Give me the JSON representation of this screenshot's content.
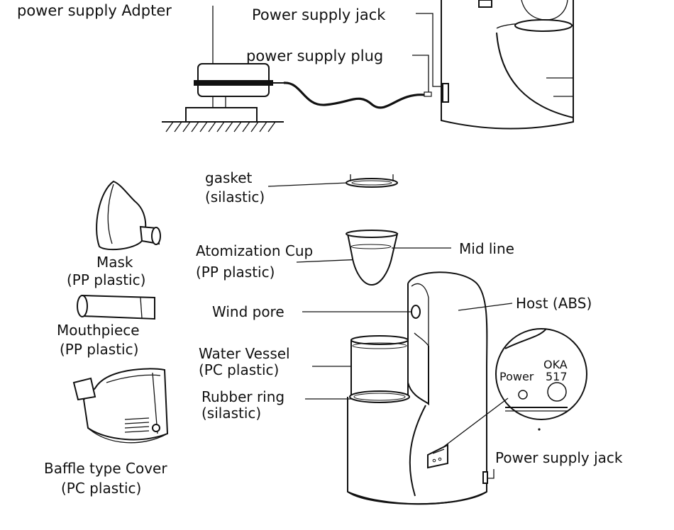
{
  "diagram": {
    "labels": {
      "adapter": "power supply Adpter",
      "jack_top": "Power supply jack",
      "plug": "power supply plug",
      "gasket": "gasket",
      "gasket_mat": "(silastic)",
      "mask": "Mask",
      "mask_mat": "(PP plastic)",
      "atom_cup": "Atomization Cup",
      "atom_cup_mat": "(PP plastic)",
      "mid_line": "Mid line",
      "host": "Host (ABS)",
      "wind_pore": "Wind pore",
      "mouthpiece": "Mouthpiece",
      "mouthpiece_mat": "(PP plastic)",
      "water_vessel": "Water Vessel",
      "water_vessel_mat": "(PC plastic)",
      "rubber_ring": "Rubber ring",
      "rubber_ring_mat": "(silastic)",
      "baffle_cover": "Baffle type Cover",
      "baffle_cover_mat": "(PC plastic)",
      "jack_bottom": "Power supply jack",
      "panel_power": "Power",
      "panel_brand": "OKA",
      "panel_model": "517"
    }
  }
}
